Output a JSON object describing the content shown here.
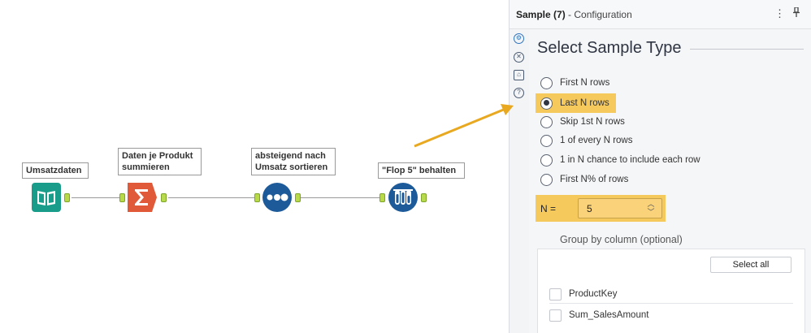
{
  "workflow": {
    "nodes": [
      {
        "label": "Umsatzdaten",
        "icon": "book-icon",
        "color": "#1a9c8a"
      },
      {
        "label": "Daten je Produkt\nsummieren",
        "icon": "sigma-icon",
        "color": "#e05a3a"
      },
      {
        "label": "absteigend nach\nUmsatz sortieren",
        "icon": "sort-dots-icon",
        "color": "#1d5a99"
      },
      {
        "label": "\"Flop 5\" behalten",
        "icon": "sample-tubes-icon",
        "color": "#1d5a99"
      }
    ]
  },
  "panel": {
    "title": "Sample (7)",
    "subtitle": "- Configuration",
    "section_title": "Select Sample Type",
    "options": [
      {
        "label": "First N rows",
        "selected": false
      },
      {
        "label": "Last N rows",
        "selected": true
      },
      {
        "label": "Skip 1st N rows",
        "selected": false
      },
      {
        "label": "1 of every N rows",
        "selected": false
      },
      {
        "label": "1 in N chance to include each row",
        "selected": false
      },
      {
        "label": "First N% of rows",
        "selected": false
      }
    ],
    "n_label": "N =",
    "n_value": "5",
    "group_title": "Group by column (optional)",
    "select_all": "Select all",
    "columns": [
      "ProductKey",
      "Sum_SalesAmount"
    ]
  },
  "colors": {
    "highlight": "#f6c95c",
    "arrow": "#e8a820",
    "anchor": "#b8d94a"
  }
}
